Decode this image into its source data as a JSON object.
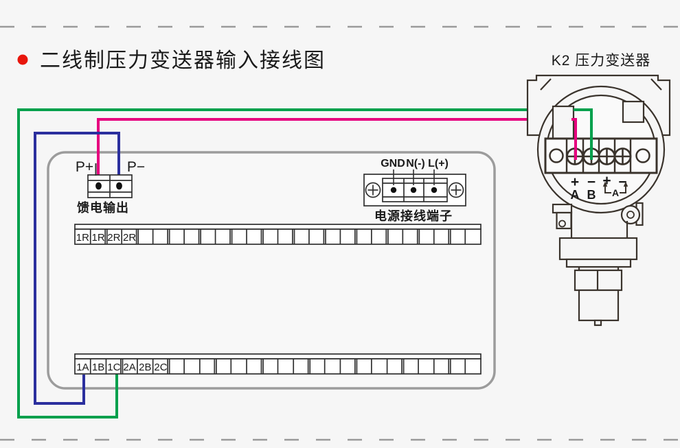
{
  "page": {
    "title": "二线制压力变送器输入接线图",
    "device_label": "K2 压力变送器"
  },
  "feed_output": {
    "terminal_plus": "P+",
    "terminal_minus": "P−",
    "caption": "馈电输出"
  },
  "power_terminals": {
    "labels": [
      "GND",
      "N(-)",
      "L(+)"
    ],
    "caption": "电源接线端子"
  },
  "terminal_strips": {
    "upper_labels": [
      "1R",
      "1R",
      "2R",
      "2R"
    ],
    "lower_labels": [
      "1A",
      "1B",
      "1C",
      "2A",
      "2B",
      "2C"
    ]
  },
  "transmitter": {
    "polarity_signs": [
      "+",
      "−",
      "+",
      "−"
    ],
    "terminal_a": "A",
    "terminal_b": "B",
    "current_loop_label": "A"
  },
  "wires": {
    "positive_color": "#E6007E",
    "negative_color": "#2B2F9E",
    "loop_color": "#00A04C"
  },
  "accent": {
    "bullet_color": "#E8160C",
    "dash_color": "#9a9a9a"
  }
}
